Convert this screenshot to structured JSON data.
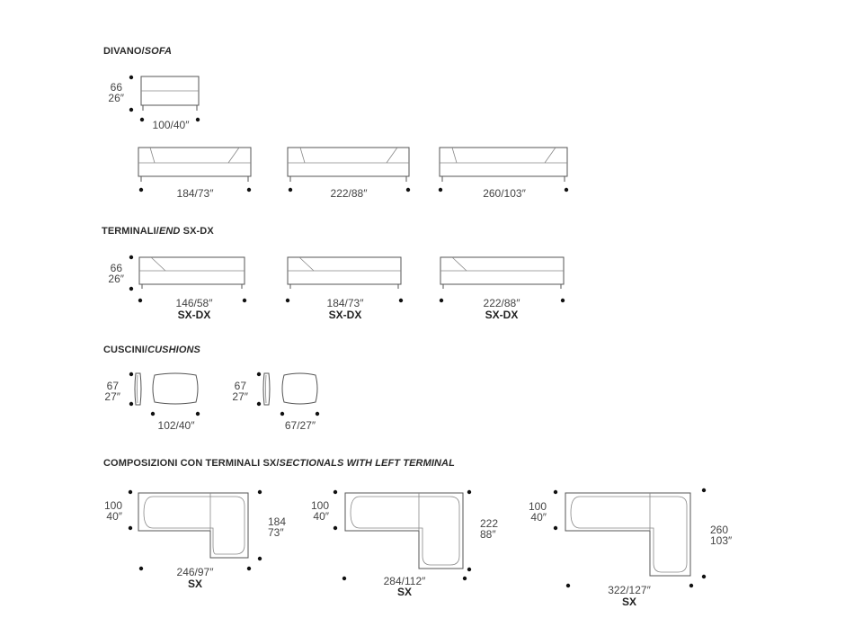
{
  "sections": {
    "sofa": {
      "main": "DIVANO/",
      "italic": "SOFA"
    },
    "terminals": {
      "main": "TERMINALI/",
      "italic": "END",
      "tail": " SX-DX"
    },
    "cushions": {
      "main": "CUSCINI/",
      "italic": "CUSHIONS"
    },
    "sectionals": {
      "main": "COMPOSIZIONI CON TERMINALI SX/",
      "italic": "SECTIONALS WITH LEFT TERMINAL"
    }
  },
  "sofa": {
    "height_cm": "66",
    "height_in": "26″",
    "module_width": "100/40″",
    "widths": [
      "184/73″",
      "222/88″",
      "260/103″"
    ]
  },
  "terminals": {
    "height_cm": "66",
    "height_in": "26″",
    "widths": [
      "146/58″",
      "184/73″",
      "222/88″"
    ],
    "side_label": "SX-DX"
  },
  "cushions": {
    "items": [
      {
        "height_cm": "67",
        "height_in": "27″",
        "width": "102/40″"
      },
      {
        "height_cm": "67",
        "height_in": "27″",
        "width": "67/27″"
      }
    ]
  },
  "sectionals": {
    "items": [
      {
        "depth_cm": "100",
        "depth_in": "40″",
        "side_cm": "184",
        "side_in": "73″",
        "width": "246/97″",
        "label": "SX"
      },
      {
        "depth_cm": "100",
        "depth_in": "40″",
        "side_cm": "222",
        "side_in": "88″",
        "width": "284/112″",
        "label": "SX"
      },
      {
        "depth_cm": "100",
        "depth_in": "40″",
        "side_cm": "260",
        "side_in": "103″",
        "width": "322/127″",
        "label": "SX"
      }
    ]
  }
}
